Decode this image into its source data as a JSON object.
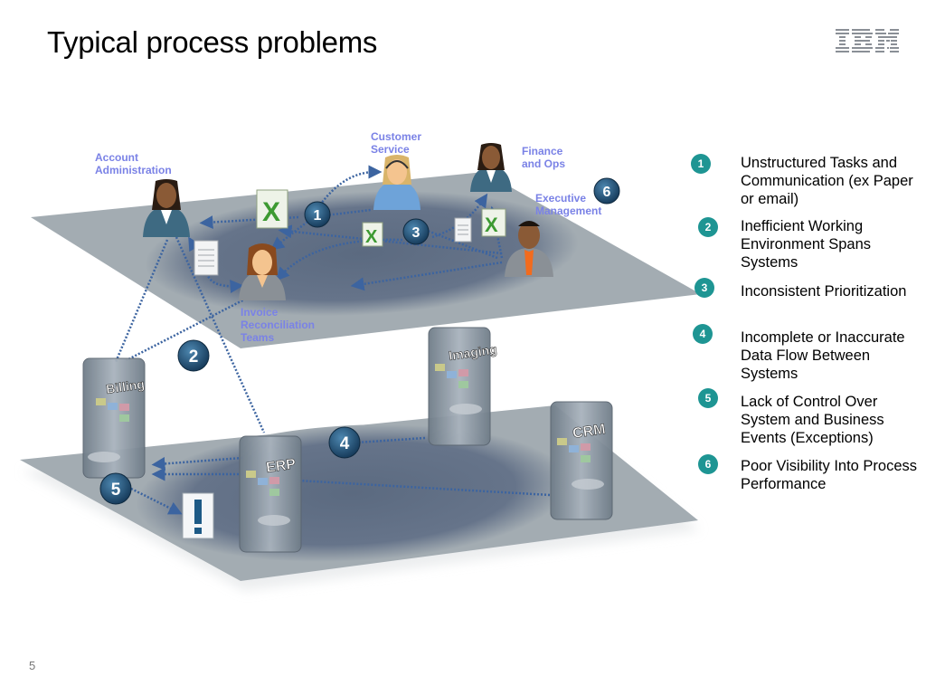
{
  "slide": {
    "title": "Typical process problems",
    "logo": "IBM",
    "page_number": "5"
  },
  "people_layer": {
    "roles": [
      {
        "id": "account-administration",
        "label": "Account\nAdministration"
      },
      {
        "id": "customer-service",
        "label": "Customer\nService"
      },
      {
        "id": "finance-and-ops",
        "label": "Finance\nand Ops"
      },
      {
        "id": "executive-management",
        "label": "Executive\nManagement"
      },
      {
        "id": "invoice-reconciliation-teams",
        "label": "Invoice\nReconciliation\nTeams"
      }
    ],
    "artifacts": [
      "excel-icon",
      "document-icon",
      "excel-icon",
      "document-icon",
      "excel-icon"
    ]
  },
  "systems_layer": {
    "systems": [
      {
        "id": "billing",
        "label": "Billing"
      },
      {
        "id": "imaging",
        "label": "Imaging"
      },
      {
        "id": "erp",
        "label": "ERP"
      },
      {
        "id": "crm",
        "label": "CRM"
      }
    ],
    "alert_icon": "exclamation-icon"
  },
  "diagram_badges": [
    "1",
    "2",
    "3",
    "4",
    "5",
    "6"
  ],
  "legend": {
    "items": [
      {
        "number": "1",
        "text": "Unstructured Tasks and Communication (ex Paper or email)"
      },
      {
        "number": "2",
        "text": "Inefficient Working Environment Spans Systems"
      },
      {
        "number": "3",
        "text": "Inconsistent Prioritization"
      },
      {
        "number": "4",
        "text": "Incomplete or Inaccurate Data Flow Between Systems"
      },
      {
        "number": "5",
        "text": "Lack of Control Over System and Business Events (Exceptions)"
      },
      {
        "number": "6",
        "text": "Poor Visibility Into Process Performance"
      }
    ]
  },
  "colors": {
    "legend_badge": "#1e9593",
    "diagram_badge": "#1f4f74",
    "role_label": "#7a82e6",
    "plane": "#a3acb2",
    "flow_line": "#3c64a0"
  }
}
